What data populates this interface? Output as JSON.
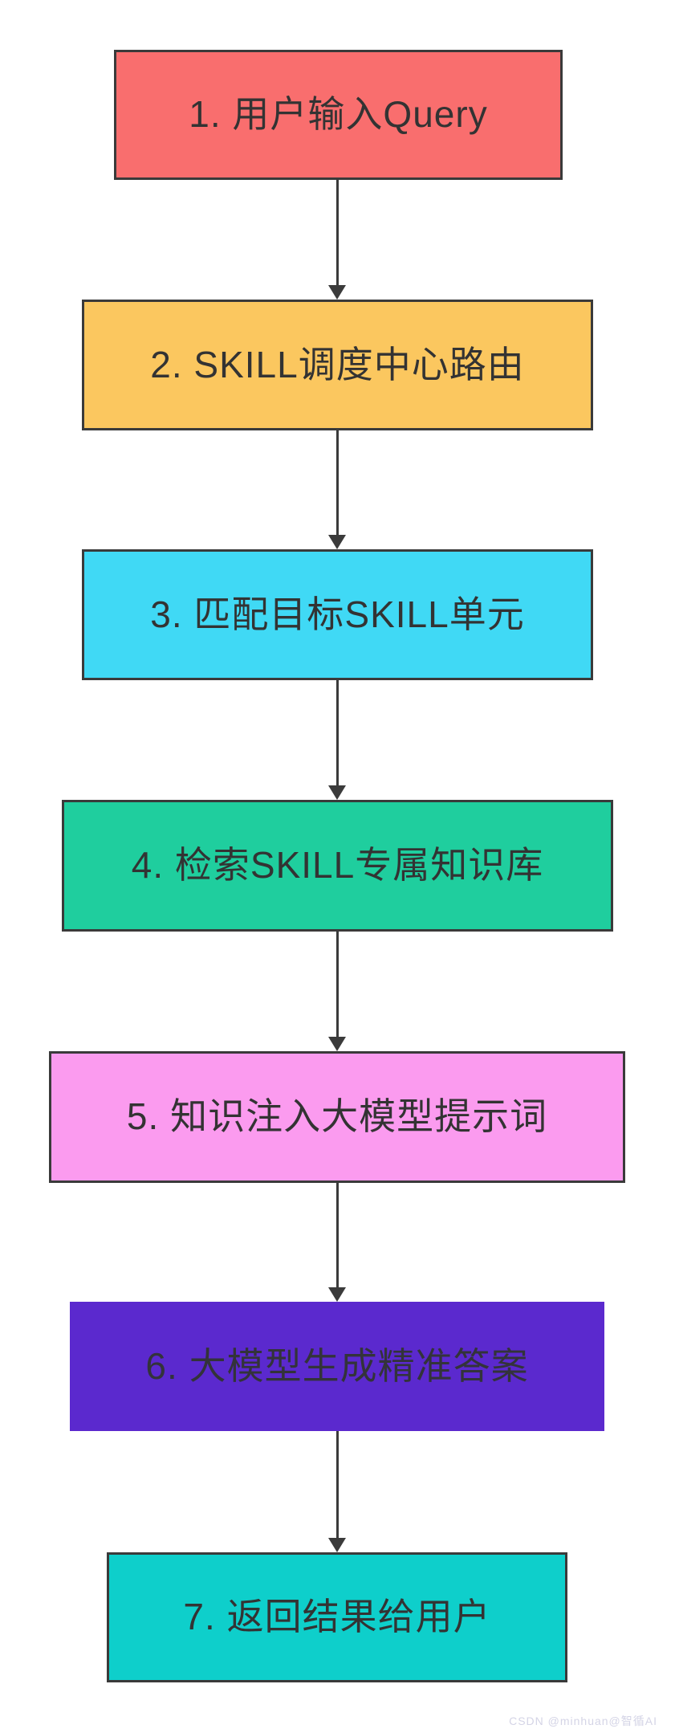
{
  "diagram": {
    "type": "flowchart",
    "direction": "top-to-bottom",
    "steps": [
      {
        "id": 1,
        "label": "1. 用户输入Query",
        "fill": "#f96e6e",
        "text_color": "#333333",
        "border": true
      },
      {
        "id": 2,
        "label": "2. SKILL调度中心路由",
        "fill": "#fbc75f",
        "text_color": "#333333",
        "border": true
      },
      {
        "id": 3,
        "label": "3. 匹配目标SKILL单元",
        "fill": "#40d9f5",
        "text_color": "#333333",
        "border": true
      },
      {
        "id": 4,
        "label": "4. 检索SKILL专属知识库",
        "fill": "#1fce9e",
        "text_color": "#333333",
        "border": true
      },
      {
        "id": 5,
        "label": "5. 知识注入大模型提示词",
        "fill": "#fb9bef",
        "text_color": "#333333",
        "border": true
      },
      {
        "id": 6,
        "label": "6. 大模型生成精准答案",
        "fill": "#5b29ce",
        "text_color": "#33333a",
        "border": false
      },
      {
        "id": 7,
        "label": "7. 返回结果给用户",
        "fill": "#0ecfcb",
        "text_color": "#333333",
        "border": true
      }
    ],
    "connectors": [
      {
        "from": 1,
        "to": 2
      },
      {
        "from": 2,
        "to": 3
      },
      {
        "from": 3,
        "to": 4
      },
      {
        "from": 4,
        "to": 5
      },
      {
        "from": 5,
        "to": 6
      },
      {
        "from": 6,
        "to": 7
      }
    ],
    "colors": {
      "arrow": "#3b3b3b",
      "border": "#3a3a3a",
      "background": "#ffffff"
    }
  },
  "watermark": {
    "text": "CSDN @minhuan@智循AI",
    "color": "#d4d4e6"
  }
}
